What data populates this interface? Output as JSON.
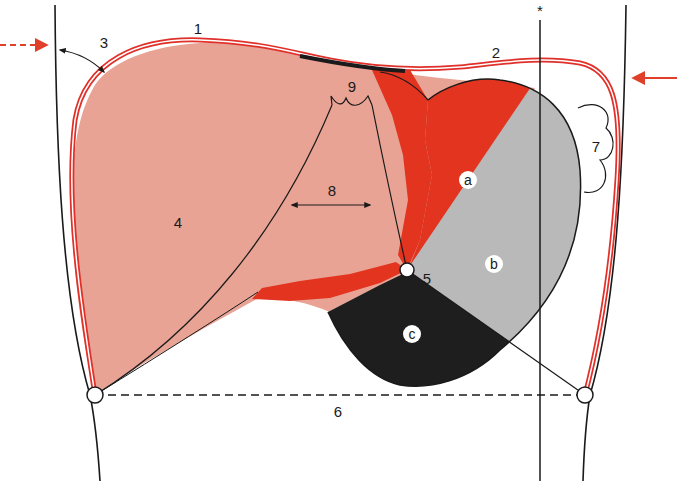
{
  "diagram": {
    "labels": [
      "1",
      "3",
      "9",
      "2",
      "*",
      "7",
      "4",
      "8",
      "a",
      "b",
      "5",
      "c",
      "6"
    ]
  }
}
